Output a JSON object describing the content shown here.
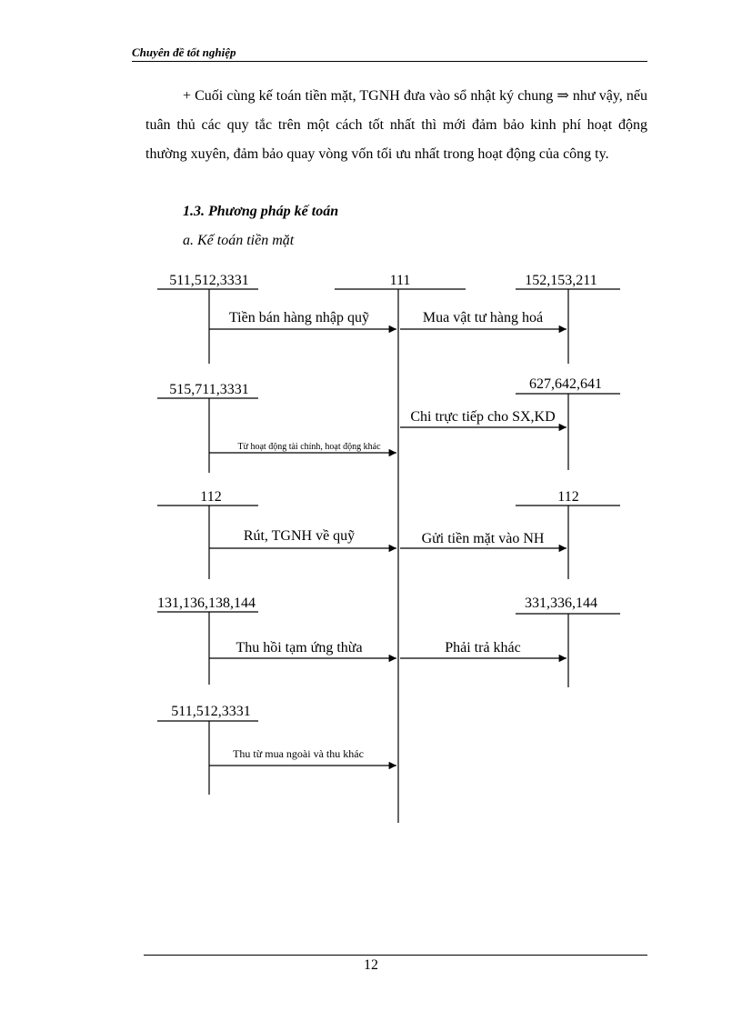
{
  "header": {
    "title": "Chuyên đề tốt nghiệp"
  },
  "body": {
    "paragraph": "+ Cuối cùng kế toán tiền mặt, TGNH đưa vào sổ nhật ký chung ⇒ như vậy, nếu tuân thủ các quy tắc trên một cách tốt nhất thì mới đảm bảo kinh phí hoạt động thường xuyên, đảm bảo quay vòng vốn tối ưu nhất trong hoạt động của công ty.",
    "section_heading": "1.3. Phương pháp kế toán",
    "subsection_heading": "a. Kế toán tiền mặt"
  },
  "diagram": {
    "center_account": "111",
    "left_accounts": [
      "511,512,3331",
      "515,711,3331",
      "112",
      "131,136,138,144",
      "511,512,3331"
    ],
    "right_accounts": [
      "152,153,211",
      "627,642,641",
      "112",
      "331,336,144"
    ],
    "left_flows": [
      "Tiền bán hàng nhập quỹ",
      "Từ hoạt động tài chính, hoạt động khác",
      "Rút, TGNH về quỹ",
      "Thu hồi tạm ứng thừa",
      "Thu từ mua ngoài và thu khác"
    ],
    "right_flows": [
      "Mua vật tư hàng hoá",
      "Chi trực tiếp cho SX,KD",
      "Gửi tiền mặt vào NH",
      "Phải trả khác"
    ]
  },
  "footer": {
    "page_number": "12"
  }
}
